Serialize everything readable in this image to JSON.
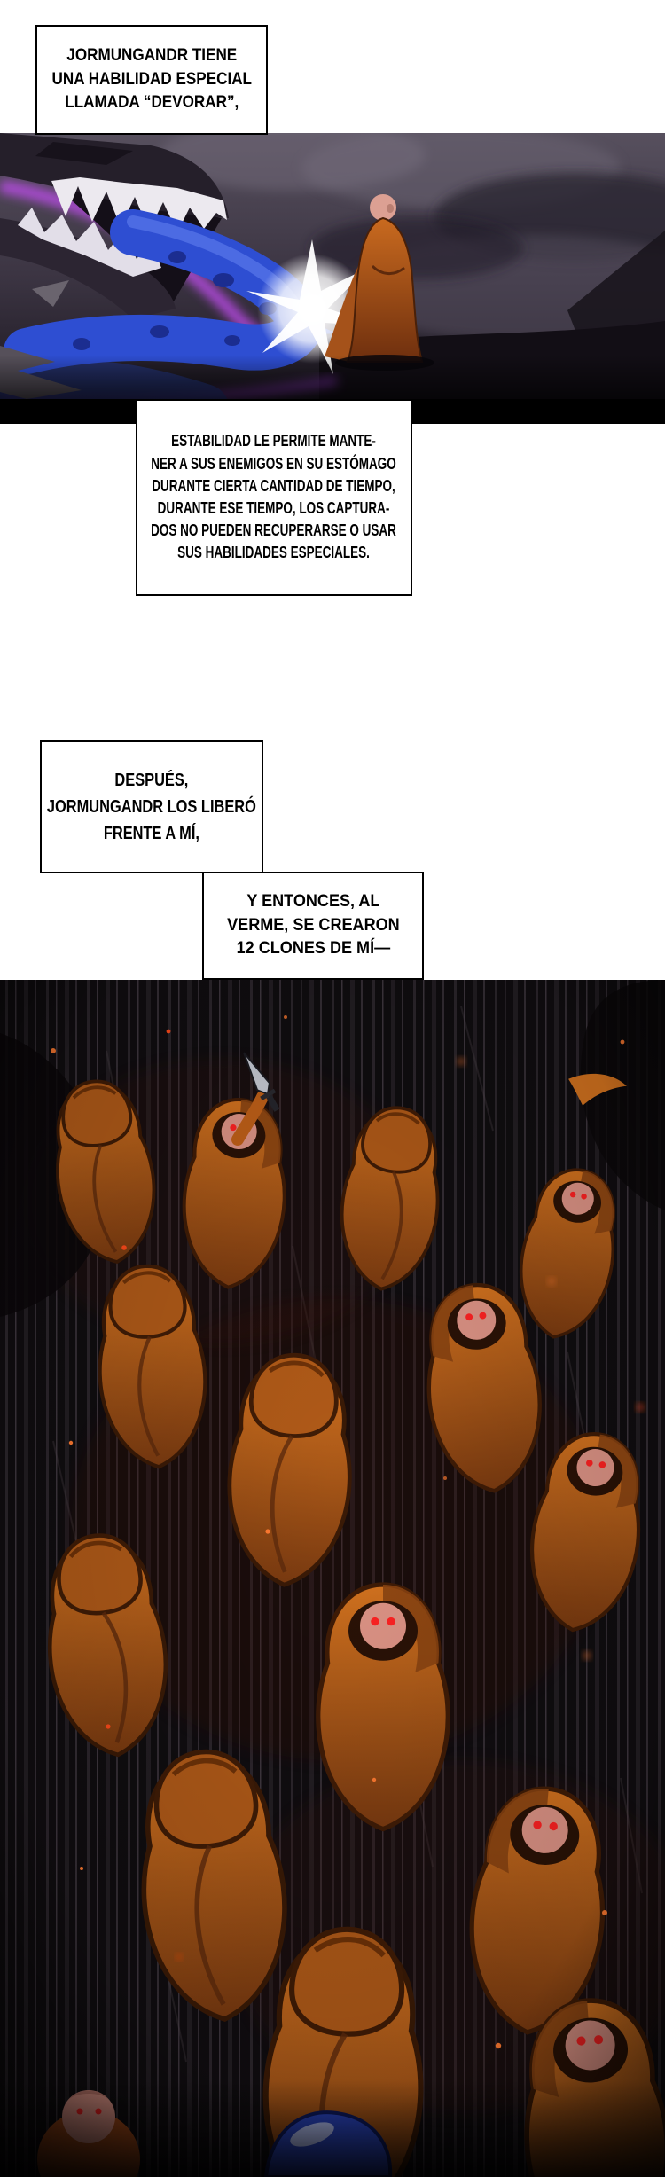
{
  "page": {
    "type": "comic-page",
    "background": "#ffffff"
  },
  "captions": [
    {
      "text": "JORMUNGANDR TIENE\nUNA HABILIDAD ESPECIAL\nLLAMADA “DEVORAR”,"
    },
    {
      "text": "ESTABILIDAD LE PERMITE MANTE-\nNER A SUS ENEMIGOS EN SU ESTÓMAGO\nDURANTE CIERTA CANTIDAD DE TIEMPO,\nDURANTE ESE TIEMPO, LOS CAPTURA-\nDOS NO PUEDEN RECUPERARSE O USAR\nSUS HABILIDADES ESPECIALES."
    },
    {
      "text": "DESPUÉS,\nJORMUNGANDR LOS LIBERÓ\nFRENTE A MÍ,"
    },
    {
      "text": "Y ENTONCES, AL\nVERME, SE CREARON\n12 CLONES DE MÍ—"
    }
  ],
  "colors": {
    "caption_bg": "#ffffff",
    "caption_border": "#000000",
    "caption_text": "#000000",
    "panel_dark": "#14101a",
    "serpent_blue": "#2e4ed2",
    "glow_magenta": "#c24df2",
    "robe_orange": "#c96a1f",
    "skin_pink": "#de9486",
    "eye_red": "#ff2222",
    "ember_orange": "#ff7a30",
    "burst_white": "#ffffff"
  }
}
